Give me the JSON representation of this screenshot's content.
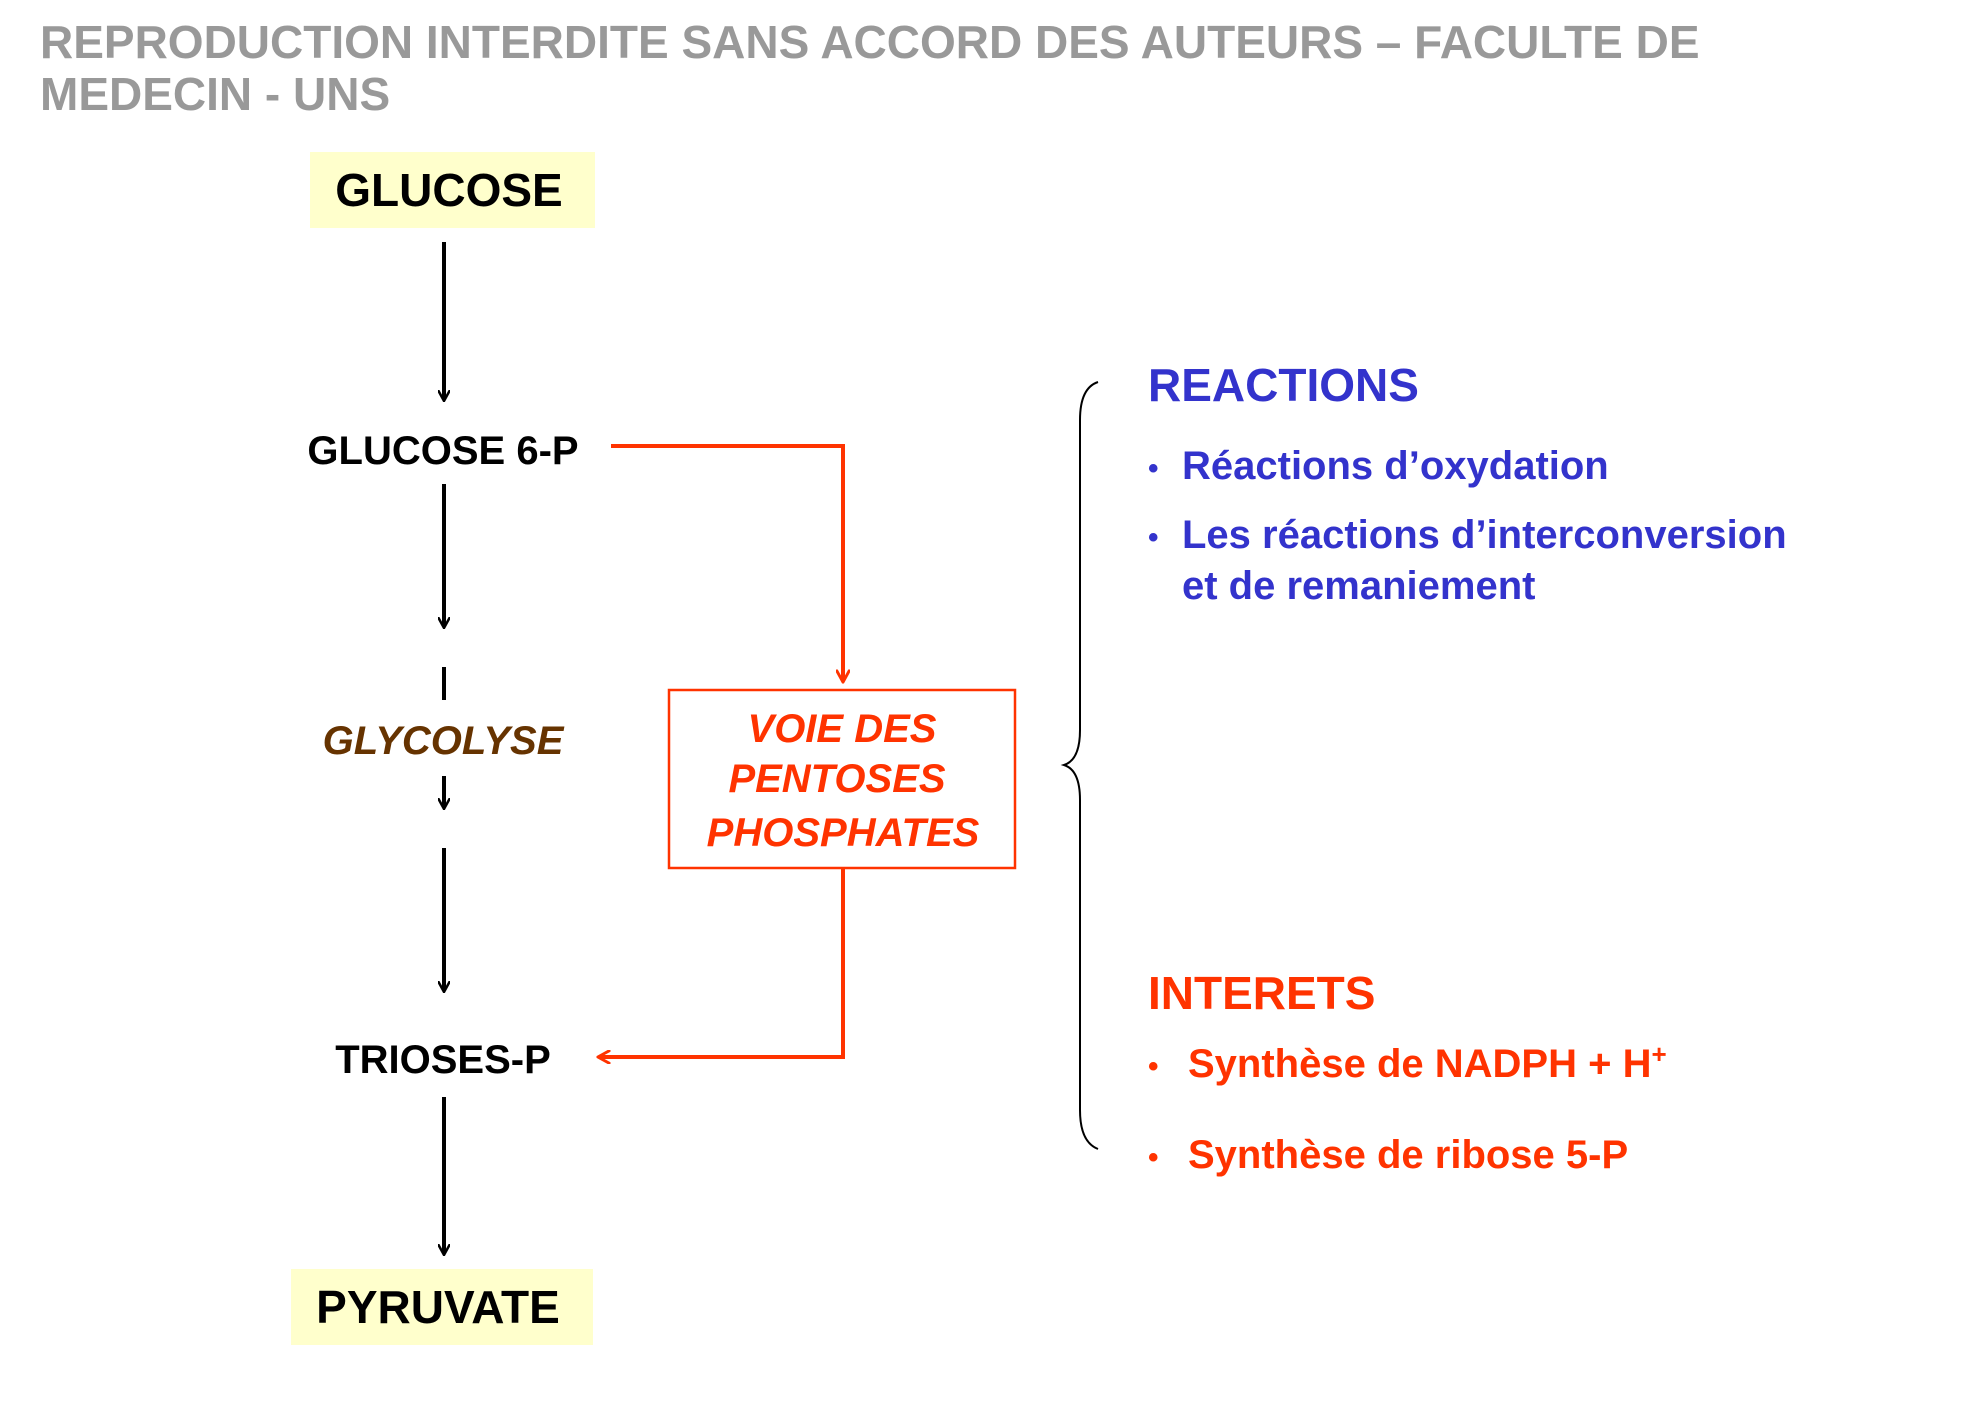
{
  "pathway": {
    "glucose": "GLUCOSE",
    "glucose6p": "GLUCOSE 6-P",
    "glycolyse": "GLYCOLYSE",
    "trioses": "TRIOSES-P",
    "pyruvate": "PYRUVATE"
  },
  "pentose_box": {
    "line1": "VOIE DES",
    "line2": "PENTOSES",
    "line3": "PHOSPHATES"
  },
  "reactions": {
    "title": "REACTIONS",
    "bullet": "•",
    "item1": "Réactions d’oxydation",
    "item2_line1": "Les réactions d’interconversion",
    "item2_line2": "et de remaniement"
  },
  "interets": {
    "title": "INTERETS",
    "bullet": "•",
    "item1": "Synthèse de NADPH + H",
    "item1_sup": "+",
    "item2": "Synthèse de ribose 5-P"
  },
  "watermark": "REPRODUCTION INTERDITE SANS ACCORD DES AUTEURS – FACULTE DE MEDECIN - UNS",
  "colors": {
    "black": "#000000",
    "red": "#ff3300",
    "blue": "#3333cc",
    "brown": "#663300",
    "highlight": "#ffffcc",
    "watermark": "#999999"
  }
}
